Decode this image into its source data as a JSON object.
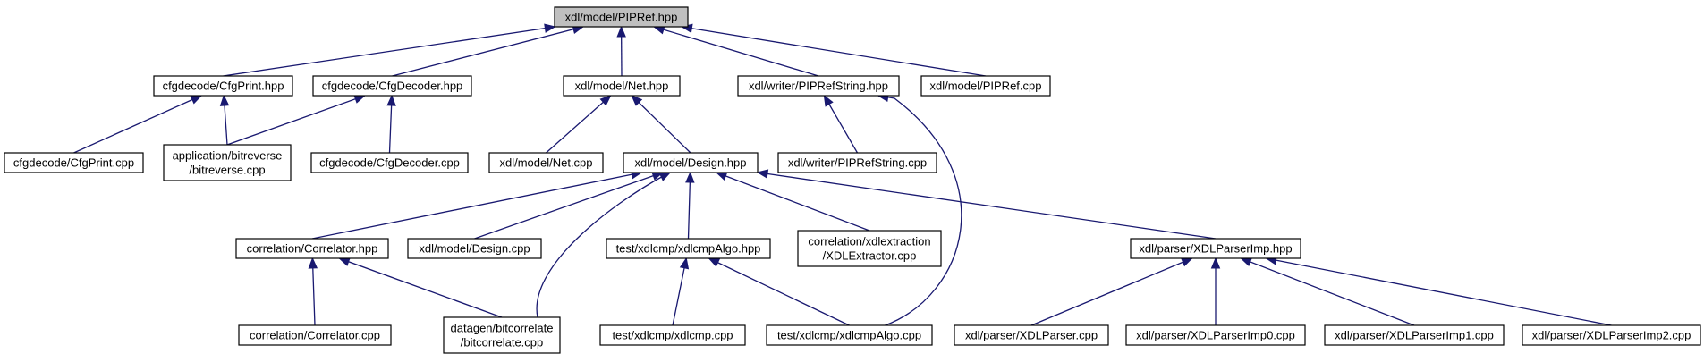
{
  "graph": {
    "title": "xdl/model/PIPRef.hpp",
    "edge_color": "#191970",
    "root_fill": "#bfbfbf",
    "nodes": [
      {
        "id": "root",
        "lines": [
          "xdl/model/PIPRef.hpp"
        ],
        "root": true
      },
      {
        "id": "cfgprint_hpp",
        "lines": [
          "cfgdecode/CfgPrint.hpp"
        ]
      },
      {
        "id": "cfgdecoder_hpp",
        "lines": [
          "cfgdecode/CfgDecoder.hpp"
        ]
      },
      {
        "id": "net_hpp",
        "lines": [
          "xdl/model/Net.hpp"
        ]
      },
      {
        "id": "piprefstring_hpp",
        "lines": [
          "xdl/writer/PIPRefString.hpp"
        ]
      },
      {
        "id": "pipref_cpp",
        "lines": [
          "xdl/model/PIPRef.cpp"
        ]
      },
      {
        "id": "cfgprint_cpp",
        "lines": [
          "cfgdecode/CfgPrint.cpp"
        ]
      },
      {
        "id": "bitreverse_cpp",
        "lines": [
          "application/bitreverse",
          "/bitreverse.cpp"
        ]
      },
      {
        "id": "cfgdecoder_cpp",
        "lines": [
          "cfgdecode/CfgDecoder.cpp"
        ]
      },
      {
        "id": "net_cpp",
        "lines": [
          "xdl/model/Net.cpp"
        ]
      },
      {
        "id": "design_hpp",
        "lines": [
          "xdl/model/Design.hpp"
        ]
      },
      {
        "id": "piprefstring_cpp",
        "lines": [
          "xdl/writer/PIPRefString.cpp"
        ]
      },
      {
        "id": "correlator_hpp",
        "lines": [
          "correlation/Correlator.hpp"
        ]
      },
      {
        "id": "design_cpp",
        "lines": [
          "xdl/model/Design.cpp"
        ]
      },
      {
        "id": "xdlcmpalgo_hpp",
        "lines": [
          "test/xdlcmp/xdlcmpAlgo.hpp"
        ]
      },
      {
        "id": "xdlextractor_cpp",
        "lines": [
          "correlation/xdlextraction",
          "/XDLExtractor.cpp"
        ]
      },
      {
        "id": "xdlparserimp_hpp",
        "lines": [
          "xdl/parser/XDLParserImp.hpp"
        ]
      },
      {
        "id": "correlator_cpp",
        "lines": [
          "correlation/Correlator.cpp"
        ]
      },
      {
        "id": "bitcorrelate_cpp",
        "lines": [
          "datagen/bitcorrelate",
          "/bitcorrelate.cpp"
        ]
      },
      {
        "id": "xdlcmp_cpp",
        "lines": [
          "test/xdlcmp/xdlcmp.cpp"
        ]
      },
      {
        "id": "xdlcmpalgo_cpp",
        "lines": [
          "test/xdlcmp/xdlcmpAlgo.cpp"
        ]
      },
      {
        "id": "xdlparser_cpp",
        "lines": [
          "xdl/parser/XDLParser.cpp"
        ]
      },
      {
        "id": "xdlparserimp0_cpp",
        "lines": [
          "xdl/parser/XDLParserImp0.cpp"
        ]
      },
      {
        "id": "xdlparserimp1_cpp",
        "lines": [
          "xdl/parser/XDLParserImp1.cpp"
        ]
      },
      {
        "id": "xdlparserimp2_cpp",
        "lines": [
          "xdl/parser/XDLParserImp2.cpp"
        ]
      }
    ],
    "edges": [
      {
        "from": "cfgprint_hpp",
        "to": "root"
      },
      {
        "from": "cfgdecoder_hpp",
        "to": "root"
      },
      {
        "from": "net_hpp",
        "to": "root"
      },
      {
        "from": "piprefstring_hpp",
        "to": "root"
      },
      {
        "from": "pipref_cpp",
        "to": "root"
      },
      {
        "from": "cfgprint_cpp",
        "to": "cfgprint_hpp"
      },
      {
        "from": "bitreverse_cpp",
        "to": "cfgprint_hpp"
      },
      {
        "from": "bitreverse_cpp",
        "to": "cfgdecoder_hpp"
      },
      {
        "from": "cfgdecoder_cpp",
        "to": "cfgdecoder_hpp"
      },
      {
        "from": "net_cpp",
        "to": "net_hpp"
      },
      {
        "from": "design_hpp",
        "to": "net_hpp"
      },
      {
        "from": "piprefstring_cpp",
        "to": "piprefstring_hpp"
      },
      {
        "from": "xdlcmpalgo_cpp",
        "to": "piprefstring_hpp"
      },
      {
        "from": "correlator_hpp",
        "to": "design_hpp"
      },
      {
        "from": "design_cpp",
        "to": "design_hpp"
      },
      {
        "from": "bitcorrelate_cpp",
        "to": "design_hpp"
      },
      {
        "from": "xdlcmpalgo_hpp",
        "to": "design_hpp"
      },
      {
        "from": "xdlextractor_cpp",
        "to": "design_hpp"
      },
      {
        "from": "xdlparserimp_hpp",
        "to": "design_hpp"
      },
      {
        "from": "correlator_cpp",
        "to": "correlator_hpp"
      },
      {
        "from": "bitcorrelate_cpp",
        "to": "correlator_hpp"
      },
      {
        "from": "xdlcmp_cpp",
        "to": "xdlcmpalgo_hpp"
      },
      {
        "from": "xdlcmpalgo_cpp",
        "to": "xdlcmpalgo_hpp"
      },
      {
        "from": "xdlparser_cpp",
        "to": "xdlparserimp_hpp"
      },
      {
        "from": "xdlparserimp0_cpp",
        "to": "xdlparserimp_hpp"
      },
      {
        "from": "xdlparserimp1_cpp",
        "to": "xdlparserimp_hpp"
      },
      {
        "from": "xdlparserimp2_cpp",
        "to": "xdlparserimp_hpp"
      }
    ]
  }
}
